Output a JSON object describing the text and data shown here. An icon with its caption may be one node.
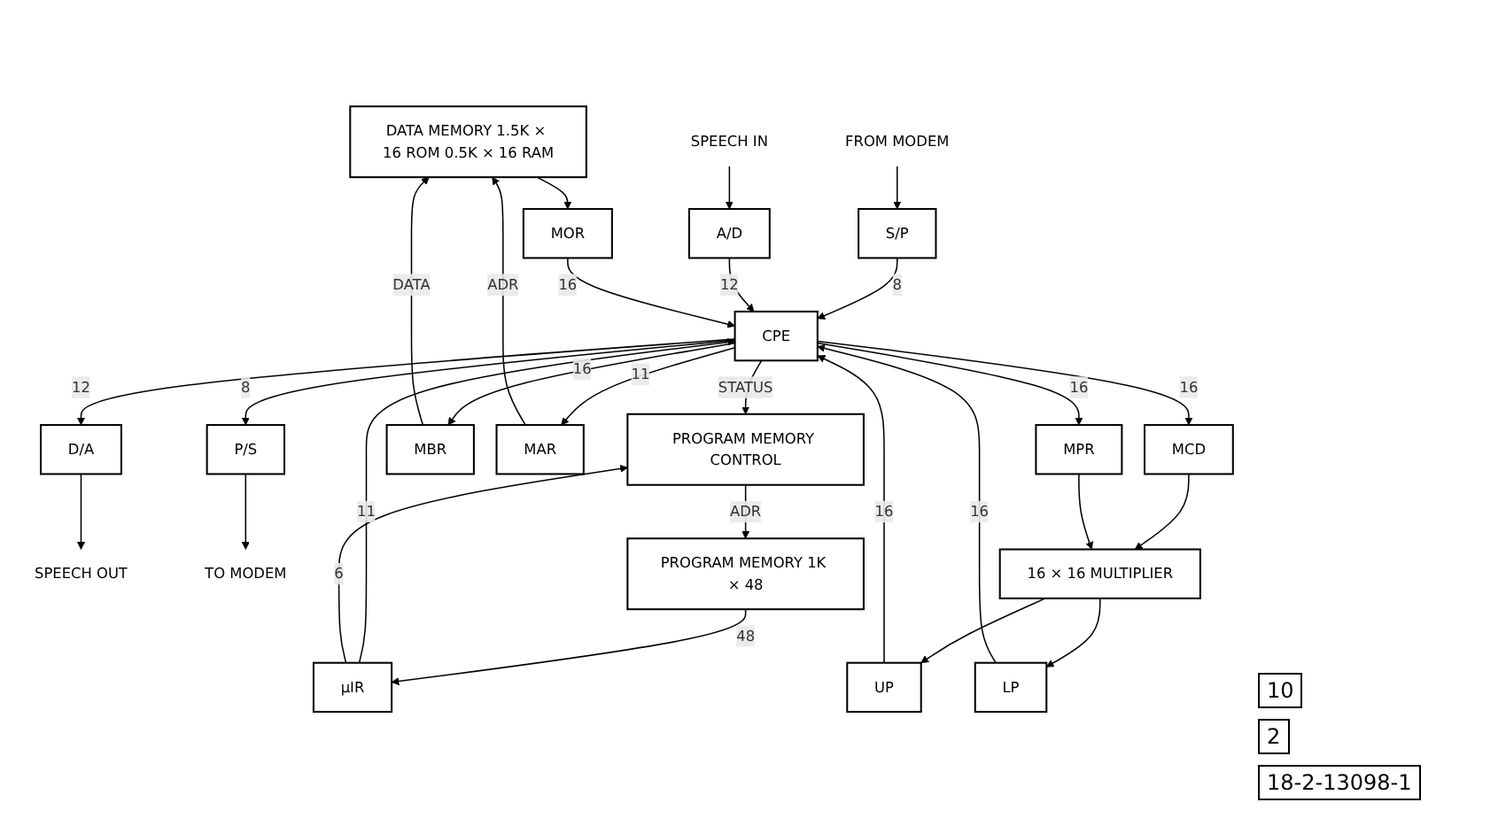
{
  "diagram": {
    "nodes": [
      {
        "text": [
          "SPEECH OUT"
        ]
      },
      {
        "text": [
          "TO MODEM"
        ]
      },
      {
        "text": [
          "D/A"
        ]
      },
      {
        "text": [
          "P/S"
        ]
      },
      {
        "text": [
          "DATA MEMORY 1.5K × 16 ROM 0.5K × 16 RAM"
        ]
      },
      {
        "text": [
          "MOR"
        ]
      },
      {
        "text": [
          "SPEECH IN"
        ]
      },
      {
        "text": [
          "A/D"
        ]
      },
      {
        "text": [
          "FROM MODEM"
        ]
      },
      {
        "text": [
          "S/P"
        ]
      },
      {
        "text": [
          "PROGRAM MEMORY 1K × 48"
        ]
      },
      {
        "text": [
          "μIR"
        ]
      },
      {
        "text": [
          "UP"
        ]
      },
      {
        "text": [
          "LP"
        ]
      },
      {
        "text": [
          "16 × 16 MULTIPLIER"
        ]
      },
      {
        "text": [
          "PROGRAM MEMORY CONTROL"
        ]
      },
      {
        "text": [
          "MBR"
        ]
      },
      {
        "text": [
          "MAR"
        ]
      },
      {
        "text": [
          "CPE"
        ]
      },
      {
        "text": [
          "MCD"
        ]
      },
      {
        "text": [
          "MPR"
        ]
      }
    ],
    "edges": [
      {
        "from": 2,
        "to": 0,
        "arrow": "to"
      },
      {
        "from": 3,
        "to": 1,
        "arrow": "to"
      },
      {
        "from": 4,
        "to": 5,
        "arrow": "to"
      },
      {
        "from": 6,
        "to": 7,
        "arrow": "to"
      },
      {
        "from": 8,
        "to": 9,
        "arrow": "to"
      },
      {
        "from": 10,
        "to": 11,
        "arrow": "to",
        "label": "48"
      },
      {
        "from": 9,
        "to": 18,
        "arrow": "to",
        "label": "8"
      },
      {
        "from": 7,
        "to": 18,
        "arrow": "to",
        "label": "12"
      },
      {
        "from": 5,
        "to": 18,
        "arrow": "to",
        "label": "16"
      },
      {
        "from": 11,
        "to": 18,
        "arrow": "to",
        "label": "11"
      },
      {
        "from": 12,
        "to": 18,
        "arrow": "to",
        "label": "16"
      },
      {
        "from": 13,
        "to": 18,
        "arrow": "to",
        "label": "16"
      },
      {
        "from": 11,
        "to": 15,
        "arrow": "to",
        "label": "6"
      },
      {
        "from": 15,
        "to": 10,
        "arrow": "to",
        "label": "ADR"
      },
      {
        "from": 14,
        "to": 12,
        "arrow": "to"
      },
      {
        "from": 14,
        "to": 13,
        "arrow": "to"
      },
      {
        "from": 19,
        "to": 14,
        "arrow": "to"
      },
      {
        "from": 20,
        "to": 14,
        "arrow": "to"
      },
      {
        "from": 16,
        "to": 4,
        "arrow": "to",
        "label": "DATA"
      },
      {
        "from": 17,
        "to": 4,
        "arrow": "to",
        "label": "ADR"
      },
      {
        "from": 18,
        "to": 15,
        "arrow": "to",
        "label": "STATUS"
      },
      {
        "from": 18,
        "to": 2,
        "arrow": "to",
        "label": "12"
      },
      {
        "from": 18,
        "to": 3,
        "arrow": "to",
        "label": "8"
      },
      {
        "from": 18,
        "to": 16,
        "arrow": "to",
        "label": "16"
      },
      {
        "from": 18,
        "to": 17,
        "arrow": "to",
        "label": "11"
      },
      {
        "from": 18,
        "to": 19,
        "arrow": "to",
        "label": "16"
      },
      {
        "from": 18,
        "to": 20,
        "arrow": "to",
        "label": "16"
      }
    ],
    "labels": [
      "10",
      "2",
      "18-2-13098-1"
    ]
  }
}
